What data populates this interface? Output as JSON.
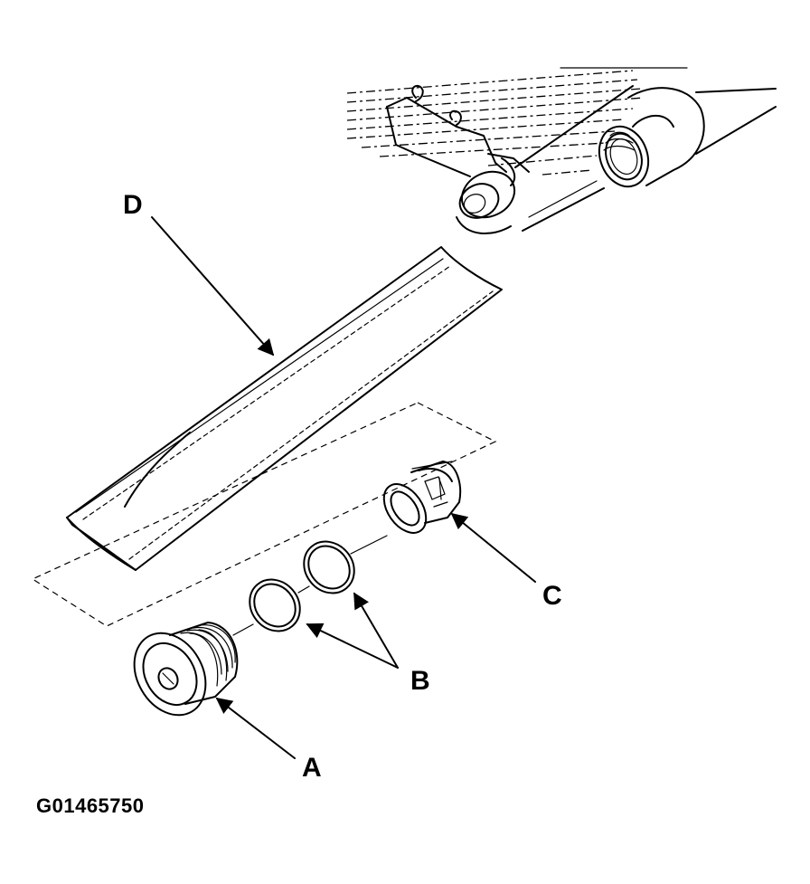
{
  "labels": {
    "a": "A",
    "b": "B",
    "c": "C",
    "d": "D"
  },
  "figure_id": "G01465750"
}
